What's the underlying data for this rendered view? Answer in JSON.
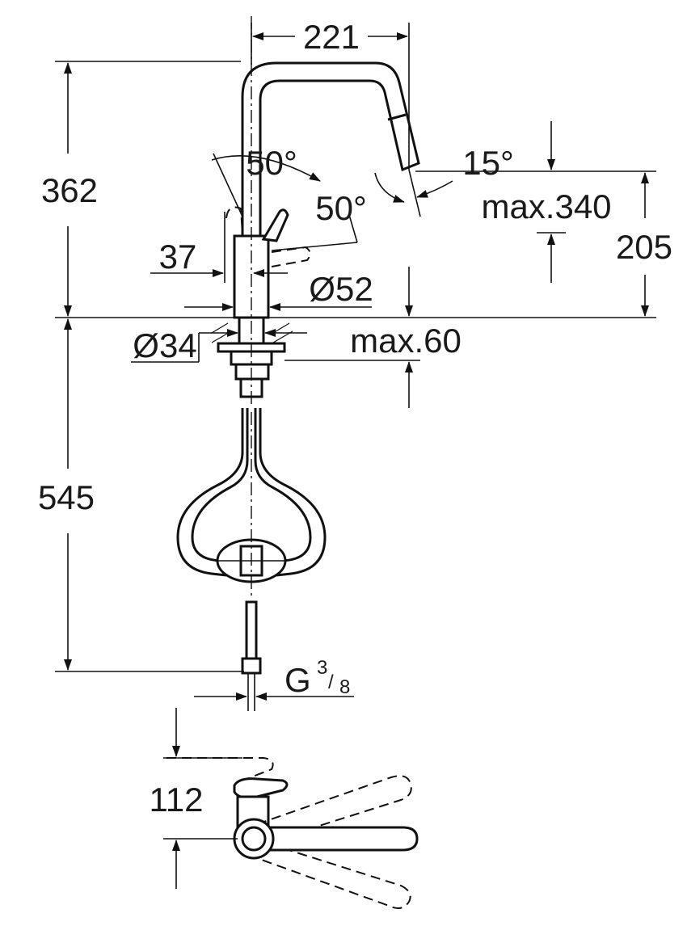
{
  "drawing": {
    "dim_spout_reach": "221",
    "dim_total_height": "362",
    "dim_lever_angle_top": "50°",
    "dim_lever_angle_side": "50°",
    "dim_spray_angle": "15°",
    "dim_max_spout_height": "max.340",
    "dim_spout_outlet_height": "205",
    "dim_lever_offset": "37",
    "dim_body_diameter": "Ø52",
    "dim_hole_diameter": "Ø34",
    "dim_max_deck_thickness": "max.60",
    "dim_hose_length": "545",
    "dim_connection_thread_main": "G",
    "dim_connection_thread_num": "3",
    "dim_connection_thread_den": "8",
    "dim_lever_height": "112"
  }
}
